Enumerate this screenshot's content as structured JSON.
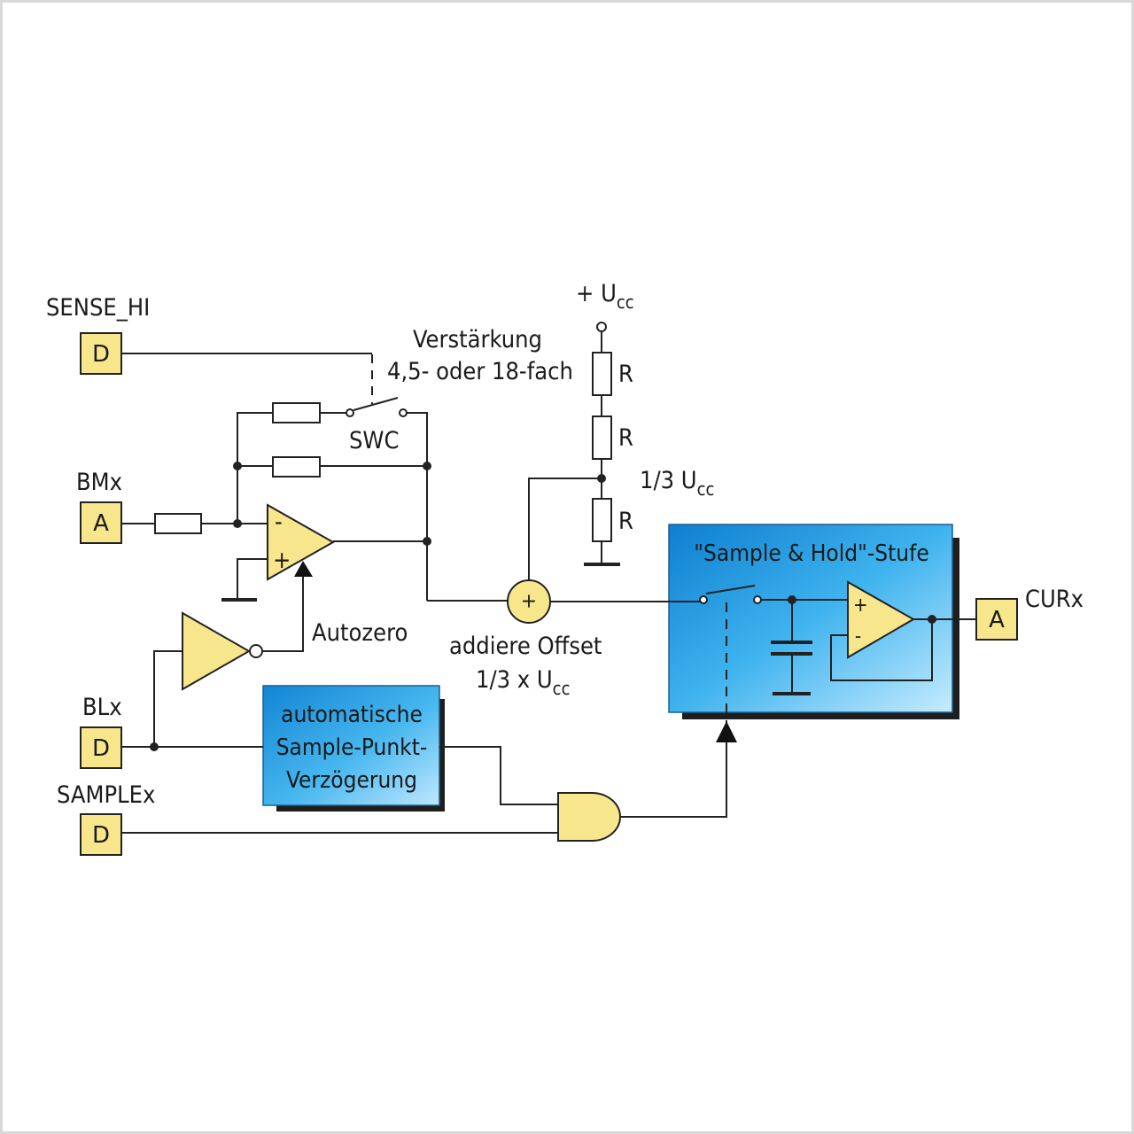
{
  "labels": {
    "sense_hi": "SENSE_HI",
    "bmx": "BMx",
    "blx": "BLx",
    "samplex": "SAMPLEx",
    "curx": "CURx",
    "verstaerkung_line1": "Verstärkung",
    "verstaerkung_line2": "4,5- oder 18-fach",
    "swc": "SWC",
    "autozero": "Autozero",
    "plus_ucc": "+ U",
    "third_ucc": "1/3 U",
    "cc_sub": "cc",
    "resistor": "R",
    "offset_line1": "addiere Offset",
    "offset_line2": "1/3 x U"
  },
  "pins": {
    "sense_hi": "D",
    "bmx": "A",
    "blx": "D",
    "samplex": "D",
    "curx": "A"
  },
  "blocks": {
    "sample_hold_title": "\"Sample & Hold\"-Stufe",
    "delay_line1": "automatische",
    "delay_line2": "Sample-Punkt-",
    "delay_line3": "Verzögerung"
  },
  "symbols": {
    "opamp_minus": "-",
    "opamp_plus": "+",
    "summer": "+"
  },
  "colors": {
    "pin_fill": "#f7e68c",
    "block_fill": "#29a3e6",
    "block_shadow": "#1e1e1e",
    "wire": "#222222"
  }
}
